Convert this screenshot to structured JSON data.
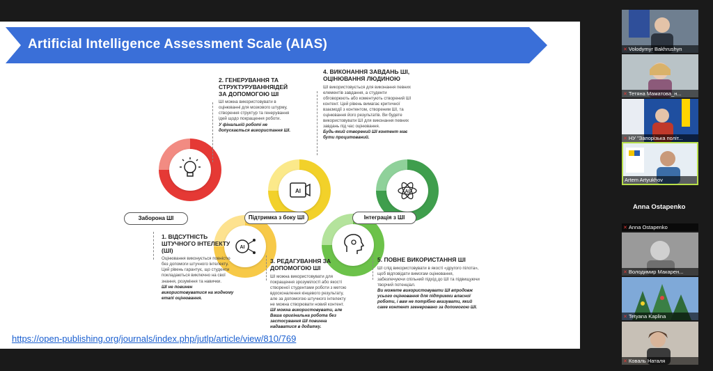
{
  "slide": {
    "title": "Artificial Intelligence Assessment Scale (AIAS)",
    "link": "https://open-publishing.org/journals/index.php/jutlp/article/view/810/769",
    "colors": {
      "banner": "#3a6fd8",
      "red": "#e53935",
      "yellow": "#f2d12a",
      "orange": "#f7c948",
      "green": "#6cc24a",
      "dark_green": "#3f9e4d"
    },
    "pills": {
      "ban": "Заборона ШІ",
      "support": "Підтримка з боку ШІ",
      "integration": "Інтеграція з ШІ"
    },
    "levels": [
      {
        "heading": "1. ВІДСУТНІСТЬ ШТУЧНОГО ІНТЕЛЕКТУ (ШІ)",
        "body": "Оцінювання виконується повністю без допомоги штучного інтелекту. Цей рівень гарантує, що студенти покладаються виключно на свої знання, розуміння та навички.",
        "emphasis": "ШІ не повинен використовуватися на жодному етапі оцінювання."
      },
      {
        "heading": "2. ГЕНЕРУВАННЯ ТА СТРУКТУРУВАННЯІДЕЙ ЗА ДОПОМОГОЮ ШІ",
        "body": "ШІ можна використовувати в оцінюванні для мозкового штурму, створення структур та генерування ідей щодо покращення роботи.",
        "emphasis": "У фінальній роботі не допускається використання ШІ."
      },
      {
        "heading": "3. РЕДАГУВАННЯ ЗА ДОПОМОГОЮ ШІ",
        "body": "ШІ можна використовувати для покращення зрозумілості або якості створеної студентами роботи з метою вдосконалення кінцевого результату, але за допомогою штучного інтелекту не можна створювати новий контент.",
        "emphasis": "ШІ можна використовувати, але Ваша оригінальна робота без застосування ШІ повинна надаватися в додатку."
      },
      {
        "heading": "4. ВИКОНАННЯ ЗАВДАНЬ ШІ, ОЦІНЮВАННЯ ЛЮДИНОЮ",
        "body": "ШІ використовується для виконання певних елементів завдання, а студенти обговорюють або коментують створений ШІ контент. Цей рівень вимагає критичної взаємодії з контентом, створеним ШІ, та оцінювання його результатів. Ви будете використовувати ШІ для виконання певних завдань під час оцінювання.",
        "emphasis": "Будь-який створений ШІ контент має бути процитований."
      },
      {
        "heading": "5. ПОВНЕ ВИКОРИСТАННЯ ШІ",
        "body": "ШІ слід використовувати в якості «другого пілота», щоб відповідати вимогам оцінювання, забезпечуючи спільний підхід до ШІ та підвищуючи творчий потенціал.",
        "emphasis": "Ви можете використовувати ШІ впродовж усього оцінювання для підтримки власної роботи, і вам не потрібно вказувати, який саме контент згенеровано за допомогою ШІ."
      }
    ]
  },
  "participants": [
    {
      "name": "Volodymyr Bakhrushyn",
      "muted": true
    },
    {
      "name": "Тетяна Маматова_н...",
      "muted": true
    },
    {
      "name": "НУ \"Запорізька політ...",
      "muted": true
    },
    {
      "name": "Artem Artyukhov",
      "muted": false,
      "active": true
    },
    {
      "name": "Anna Ostapenko",
      "muted": true,
      "label": "Anna Ostapenko"
    },
    {
      "name": "Володимир Макарен...",
      "muted": true
    },
    {
      "name": "Tetyana Kaplina",
      "muted": true
    },
    {
      "name": "Коваль Наталя",
      "muted": true
    }
  ]
}
